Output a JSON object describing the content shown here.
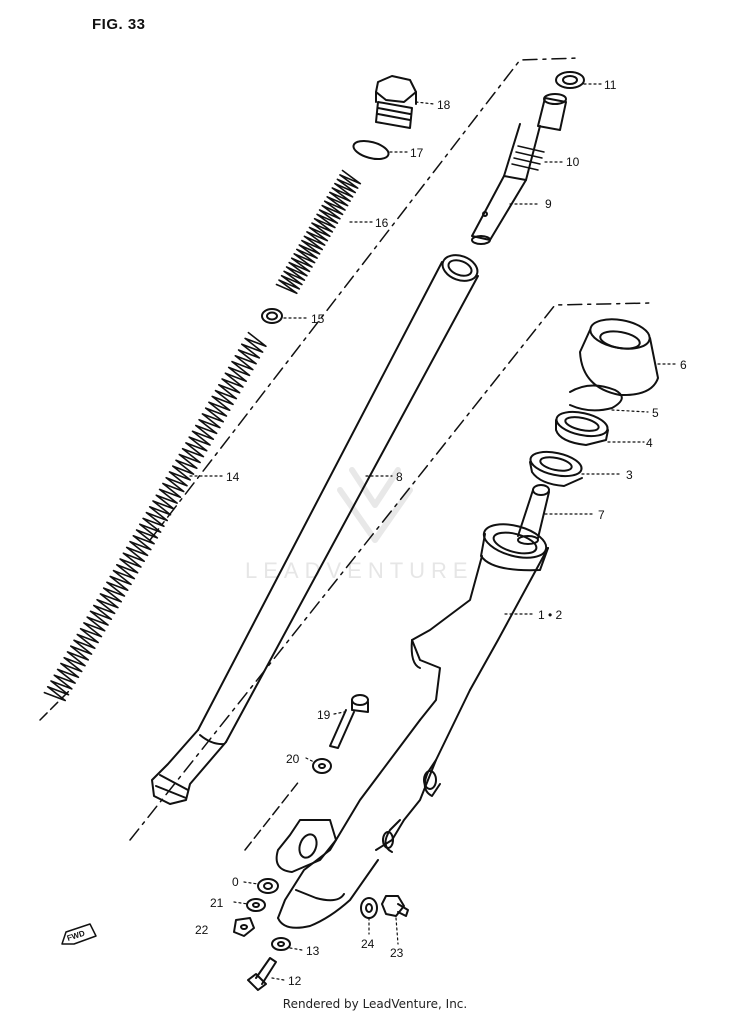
{
  "figure": {
    "title": "FIG. 33"
  },
  "callouts": [
    {
      "id": "c11",
      "text": "11"
    },
    {
      "id": "c18",
      "text": "18"
    },
    {
      "id": "c17",
      "text": "17"
    },
    {
      "id": "c10",
      "text": "10"
    },
    {
      "id": "c9",
      "text": "9"
    },
    {
      "id": "c16",
      "text": "16"
    },
    {
      "id": "c15",
      "text": "15"
    },
    {
      "id": "c6",
      "text": "6"
    },
    {
      "id": "c5",
      "text": "5"
    },
    {
      "id": "c4",
      "text": "4"
    },
    {
      "id": "c3",
      "text": "3"
    },
    {
      "id": "c14",
      "text": "14"
    },
    {
      "id": "c8",
      "text": "8"
    },
    {
      "id": "c7",
      "text": "7"
    },
    {
      "id": "c12a",
      "text": "1 • 2"
    },
    {
      "id": "c19",
      "text": "19"
    },
    {
      "id": "c20",
      "text": "20"
    },
    {
      "id": "c0",
      "text": "0"
    },
    {
      "id": "c21",
      "text": "21"
    },
    {
      "id": "c22",
      "text": "22"
    },
    {
      "id": "c13",
      "text": "13"
    },
    {
      "id": "c24",
      "text": "24"
    },
    {
      "id": "c23",
      "text": "23"
    },
    {
      "id": "c12",
      "text": "12"
    }
  ],
  "fwd_label": "FWD",
  "watermark": "LEADVENTURE",
  "footer": {
    "text": "Rendered by LeadVenture, Inc."
  }
}
